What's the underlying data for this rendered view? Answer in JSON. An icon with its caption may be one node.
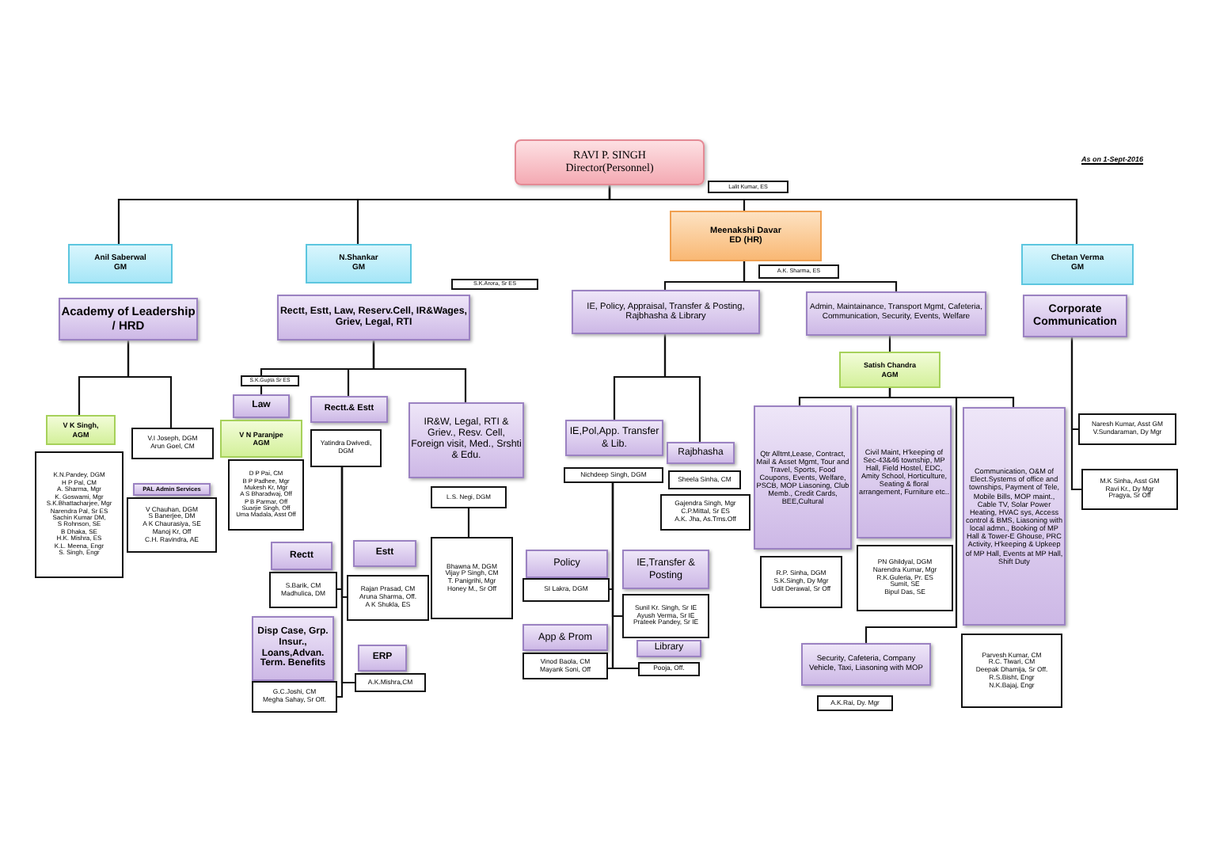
{
  "diagram": {
    "nodes": [
      {
        "text": [
          "RAVI P. SINGH",
          "Director(Personnel)"
        ]
      },
      {
        "text": [
          "Lalit Kumar, ES"
        ]
      },
      {
        "text": [
          "Anil Saberwal",
          "GM"
        ]
      },
      {
        "text": [
          "Academy of Leadership / HRD"
        ]
      },
      {
        "text": [
          "N.Shankar",
          "GM"
        ]
      },
      {
        "text": [
          "S.K.Arora, Sr ES"
        ]
      },
      {
        "text": [
          "Rectt, Estt, Law, Reserv.Cell, IR&Wages, Griev, Legal, RTI"
        ]
      },
      {
        "text": [
          "Meenakshi Davar",
          "ED (HR)"
        ]
      },
      {
        "text": [
          "A.K. Sharma, ES"
        ]
      },
      {
        "text": [
          "IE, Policy, Appraisal, Transfer & Posting, Rajbhasha & Library"
        ]
      },
      {
        "text": [
          "Admin, Maintainance, Transport Mgmt, Cafeteria, Communication, Security, Events, Welfare"
        ]
      },
      {
        "text": [
          "Chetan Verma",
          "GM"
        ]
      },
      {
        "text": [
          "Corporate Communication"
        ]
      },
      {
        "text": [
          "V K Singh,",
          "AGM"
        ]
      },
      {
        "text": [
          "K.N.Pandey, DGM",
          "H P Pal, CM",
          "A. Sharma, Mgr",
          "K. Goswami, Mgr",
          "S.K.Bhattacharjee, Mgr",
          "Narendra Pal, Sr ES",
          "Sachin Kumar DM,",
          "S Rohnson, SE",
          "B Dhaka, SE",
          "H.K. Mishra, ES",
          "K.L. Meena, Engr",
          "S. Singh, Engr"
        ]
      },
      {
        "text": [
          "V.I Joseph, DGM",
          "Arun Goel, CM"
        ]
      },
      {
        "text": [
          "PAL Admin Services"
        ]
      },
      {
        "text": [
          "V Chauhan, DGM",
          "S Banerjee, DM",
          "A K Chaurasiya, SE",
          "Manoj Kr, Off",
          "C.H. Ravindra, AE"
        ]
      },
      {
        "text": [
          "S.K.Gupta Sr ES"
        ]
      },
      {
        "text": [
          "Law"
        ]
      },
      {
        "text": [
          "V N Paranjpe",
          "AGM"
        ]
      },
      {
        "text": [
          "D P Pai, CM",
          "B P Padhee, Mgr",
          "Mukesh Kr, Mgr",
          "A S Bharadwaj, Off",
          "P B Parmar, Off",
          "Suarjie Singh, Off",
          "Uma Madala, Asst Off"
        ]
      },
      {
        "text": [
          "Rectt.& Estt"
        ]
      },
      {
        "text": [
          "Yatindra Dwivedi, DGM"
        ]
      },
      {
        "text": [
          "IR&W, Legal, RTI & Griev., Resv. Cell, Foreign visit, Med., Srshti & Edu."
        ]
      },
      {
        "text": [
          "L.S. Negi, DGM"
        ]
      },
      {
        "text": [
          "Bhawna M, DGM",
          "Vijay P Singh, CM",
          "T. Panigrihi, Mgr",
          "Honey M., Sr Off"
        ]
      },
      {
        "text": [
          "Rectt"
        ]
      },
      {
        "text": [
          "S.Barik, CM",
          "Madhulica, DM"
        ]
      },
      {
        "text": [
          "Estt"
        ]
      },
      {
        "text": [
          "Rajan Prasad, CM",
          "Aruna Sharma, Off.",
          "A K Shukla, ES"
        ]
      },
      {
        "text": [
          "Disp Case, Grp. Insur., Loans,Advan. Term. Benefits"
        ]
      },
      {
        "text": [
          "G.C.Joshi, CM",
          "Megha Sahay, Sr Off."
        ]
      },
      {
        "text": [
          "ERP"
        ]
      },
      {
        "text": [
          "A.K.Mishra,CM"
        ]
      },
      {
        "text": [
          "IE,Pol,App. Transfer & Lib."
        ]
      },
      {
        "text": [
          "Rajbhasha"
        ]
      },
      {
        "text": [
          "Nichdeep Singh, DGM"
        ]
      },
      {
        "text": [
          "Sheela Sinha, CM"
        ]
      },
      {
        "text": [
          "Gajendra Singh, Mgr",
          "C.P.Mittal, Sr ES",
          "A.K. Jha, As.Trns.Off"
        ]
      },
      {
        "text": [
          "Policy"
        ]
      },
      {
        "text": [
          "SI Lakra, DGM"
        ]
      },
      {
        "text": [
          "IE,Transfer & Posting"
        ]
      },
      {
        "text": [
          "Sunil Kr. Singh, Sr IE",
          "Ayush Verma, Sr IE",
          "Prateek Pandey, Sr IE"
        ]
      },
      {
        "text": [
          "App & Prom"
        ]
      },
      {
        "text": [
          "Vinod Baola, CM",
          "Mayank Soni, Off"
        ]
      },
      {
        "text": [
          "Library"
        ]
      },
      {
        "text": [
          "Pooja, Off."
        ]
      },
      {
        "text": [
          "Satish Chandra",
          "AGM"
        ]
      },
      {
        "text": [
          "Qtr Alltmt,Lease, Contract, Mail & Asset Mgmt, Tour and Travel, Sports, Food Coupons, Events, Welfare, PSCB, MOP Liasoning, Club Memb., Credit Cards, BEE,Cultural"
        ]
      },
      {
        "text": [
          "Civil Maint, H'keeping of Sec-43&46 township, MP Hall, Field Hostel, EDC, Amity School, Horticulture, Seating & floral arrangement, Furniture etc.."
        ]
      },
      {
        "text": [
          "Communication, O&M of Elect.Systems of office and townships, Payment of Tele, Mobile Bills, MOP maint., Cable TV, Solar Power Heating, HVAC sys, Access control & BMS, Liasoning with local admn., Booking of MP Hall & Tower-E Ghouse, PRC Activity, H'keeping & Upkeep of MP Hall, Events at MP Hall, Shift Duty"
        ]
      },
      {
        "text": [
          "R.P. Sinha, DGM",
          "S.K.Singh, Dy Mgr",
          "Udit Derawal, Sr Off"
        ]
      },
      {
        "text": [
          "PN Ghildyal, DGM",
          "Narendra Kumar, Mgr",
          "R.K.Guleria, Pr. ES",
          "Sumit, SE",
          "Bipul Das, SE"
        ]
      },
      {
        "text": [
          "Security, Cafeteria, Company Vehicle, Taxi, Liasoning with MOP"
        ]
      },
      {
        "text": [
          "A.K.Rai, Dy. Mgr"
        ]
      },
      {
        "text": [
          "Parvesh Kumar, CM",
          "R.C. Tiwari, CM",
          "Deepak Dhamija, Sr Off.",
          "R.S.Bisht, Engr",
          "N.K.Bajaj, Engr"
        ]
      },
      {
        "text": [
          "Naresh Kumar, Asst GM",
          "V.Sundaraman, Dy Mgr"
        ]
      },
      {
        "text": [
          "M.K Sinha, Asst GM",
          "Ravi Kr., Dy Mgr",
          "Pragya, Sr Off"
        ]
      }
    ],
    "edges": [
      {
        "from": 0,
        "to": 2,
        "arrow": "none"
      },
      {
        "from": 0,
        "to": 4,
        "arrow": "none"
      },
      {
        "from": 0,
        "to": 7,
        "arrow": "none"
      },
      {
        "from": 0,
        "to": 11,
        "arrow": "none"
      },
      {
        "from": 7,
        "to": 9,
        "arrow": "none"
      },
      {
        "from": 7,
        "to": 10,
        "arrow": "none"
      },
      {
        "from": 3,
        "to": 13,
        "arrow": "none"
      },
      {
        "from": 3,
        "to": 15,
        "arrow": "none"
      },
      {
        "from": 6,
        "to": 19,
        "arrow": "none"
      },
      {
        "from": 6,
        "to": 22,
        "arrow": "none"
      },
      {
        "from": 6,
        "to": 24,
        "arrow": "none"
      },
      {
        "from": 25,
        "to": 26,
        "arrow": "none"
      },
      {
        "from": 23,
        "to": 28,
        "arrow": "none"
      },
      {
        "from": 23,
        "to": 30,
        "arrow": "none"
      },
      {
        "from": 23,
        "to": 32,
        "arrow": "none"
      },
      {
        "from": 23,
        "to": 34,
        "arrow": "none"
      },
      {
        "from": 9,
        "to": 35,
        "arrow": "none"
      },
      {
        "from": 9,
        "to": 36,
        "arrow": "none"
      },
      {
        "from": 37,
        "to": 41,
        "arrow": "none"
      },
      {
        "from": 37,
        "to": 43,
        "arrow": "none"
      },
      {
        "from": 37,
        "to": 45,
        "arrow": "none"
      },
      {
        "from": 37,
        "to": 47,
        "arrow": "none"
      },
      {
        "from": 10,
        "to": 48,
        "arrow": "none"
      },
      {
        "from": 48,
        "to": 49,
        "arrow": "none"
      },
      {
        "from": 48,
        "to": 51,
        "arrow": "none"
      },
      {
        "from": 48,
        "to": 54,
        "arrow": "none"
      },
      {
        "from": 12,
        "to": 57,
        "arrow": "none"
      },
      {
        "from": 12,
        "to": 58,
        "arrow": "none"
      }
    ],
    "labels": [
      "As on 1-Sept-2016"
    ]
  }
}
